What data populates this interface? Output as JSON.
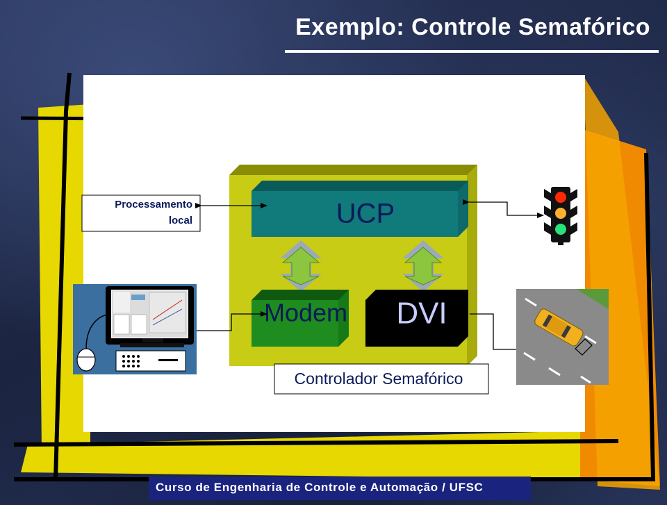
{
  "slide": {
    "title": "Exemplo: Controle Semafórico",
    "footer": "Curso de Engenharia de Controle e Automação / UFSC"
  },
  "diagram": {
    "processing_line1": "Processamento",
    "processing_line2": "local",
    "cpu_label": "UCP",
    "modem_label": "Modem",
    "dvi_label": "DVI",
    "controller_caption": "Controlador Semafórico"
  },
  "colors": {
    "controller_box": "#c8cc14",
    "cpu_block": "#117a7a",
    "modem_block": "#1e8c1e",
    "dvi_block": "#000000",
    "arrow_fill": "#8cc63f",
    "traffic_red": "#ff2a00",
    "traffic_yellow": "#ffb030",
    "traffic_green": "#29e27a",
    "computer_bg": "#3a6fa0",
    "road_bg": "#8a8a8a",
    "car": "#f0b020"
  },
  "icons": [
    "traffic-light-icon",
    "computer-icon",
    "car-icon",
    "double-arrow-icon"
  ]
}
